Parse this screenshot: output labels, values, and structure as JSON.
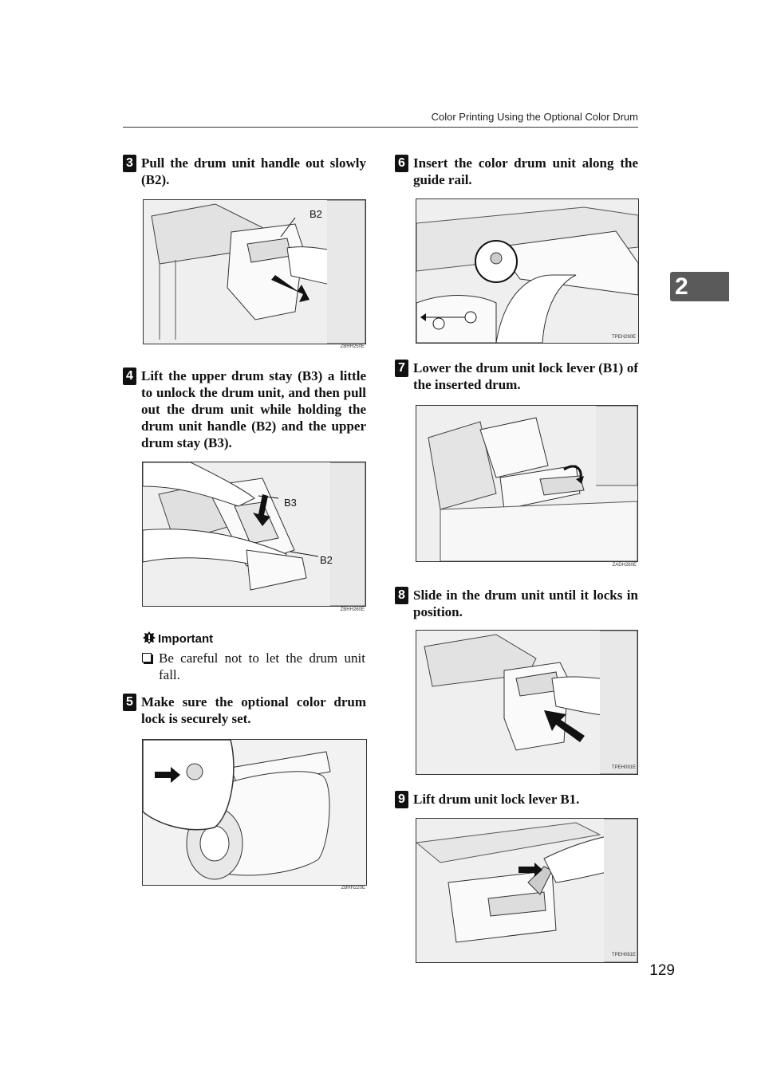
{
  "header": {
    "title": "Color Printing Using the Optional Color Drum"
  },
  "chapter_tab": "2",
  "steps": [
    {
      "num": "3",
      "text": "Pull the drum unit handle out slowly (B2).",
      "figure_code": "ZBHH250E",
      "callouts": [
        "B2"
      ]
    },
    {
      "num": "4",
      "text": "Lift the upper drum stay (B3) a little to unlock the drum unit, and then pull out the drum unit while holding the drum unit handle (B2) and the upper drum stay (B3).",
      "figure_code": "ZBHH260E",
      "callouts": [
        "B3",
        "B2"
      ]
    },
    {
      "num": "5",
      "text": "Make sure the optional color drum lock is securely set.",
      "figure_code": "ZBHH220E"
    },
    {
      "num": "6",
      "text": "Insert the color drum unit along the guide rail.",
      "figure_code": "TPEH290E"
    },
    {
      "num": "7",
      "text": "Lower the drum unit lock lever (B1) of the inserted drum.",
      "figure_code": "ZADH280E"
    },
    {
      "num": "8",
      "text": "Slide in the drum unit until it locks in position.",
      "figure_code": "TPEH091E"
    },
    {
      "num": "9",
      "text": "Lift drum unit lock lever B1.",
      "figure_code": "TPEH081E"
    }
  ],
  "important": {
    "label": "Important",
    "items": [
      "Be careful not to let the drum unit fall."
    ]
  },
  "page_number": "129"
}
